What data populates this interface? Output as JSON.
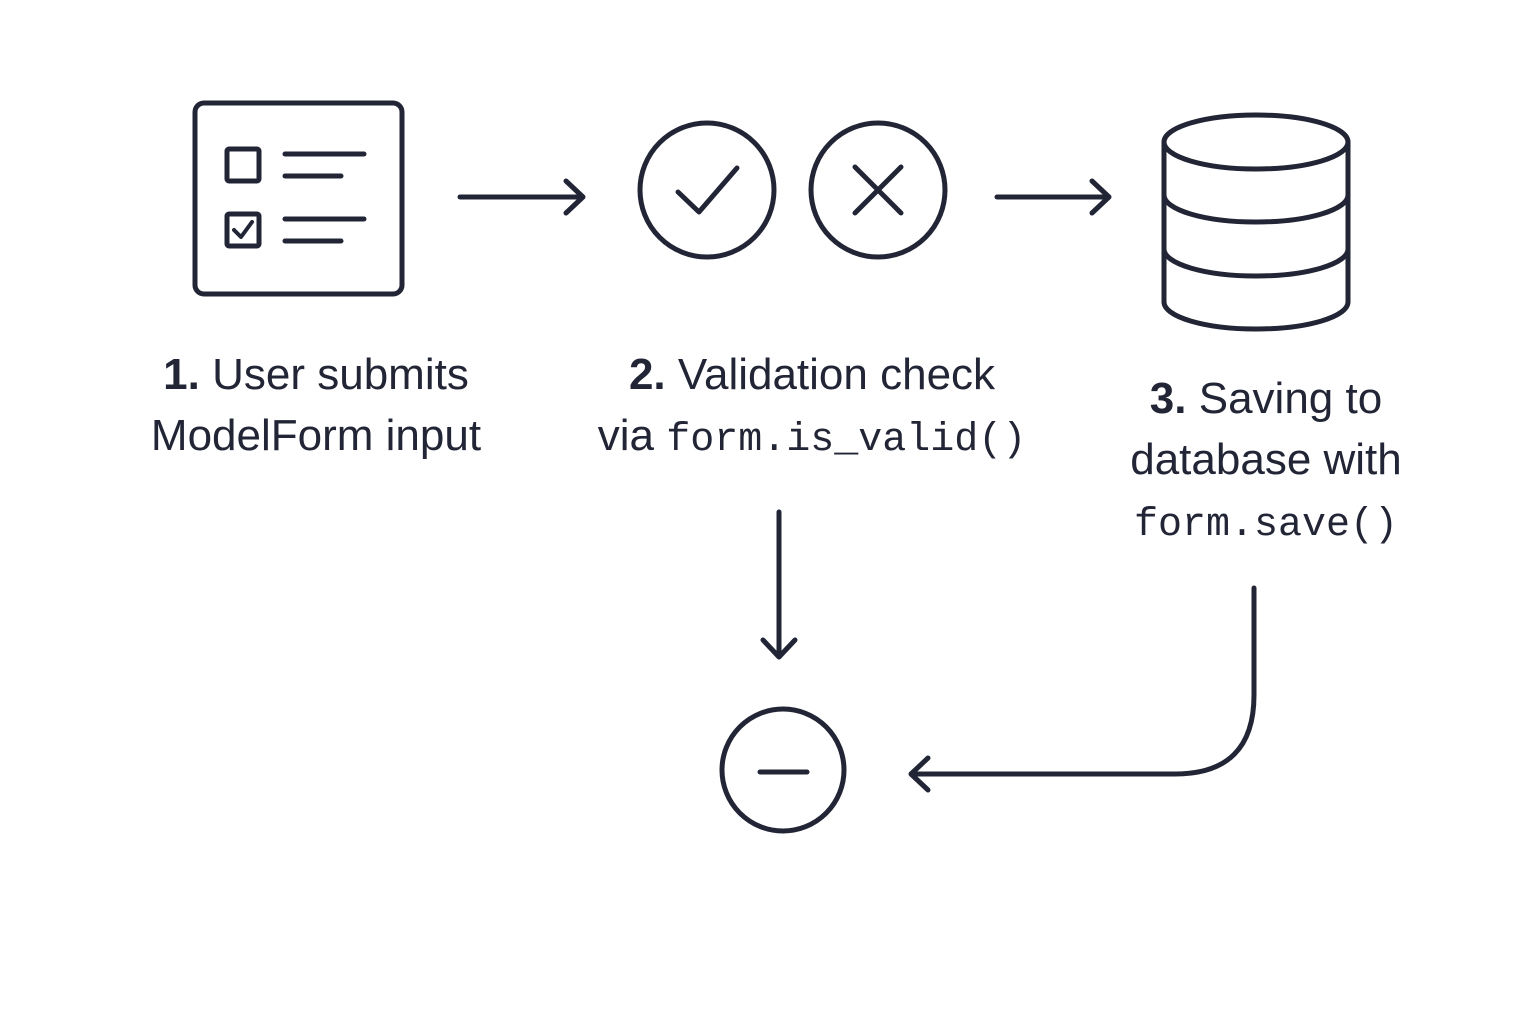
{
  "steps": [
    {
      "number": "1.",
      "text": "User submits",
      "line2": "ModelForm input",
      "icon": "form-checklist-icon"
    },
    {
      "number": "2.",
      "text": "Validation check",
      "line2_prefix": "via",
      "line2_code": "form.is_valid()",
      "icons": [
        "check-circle-icon",
        "x-circle-icon"
      ]
    },
    {
      "number": "3.",
      "text": "Saving to",
      "line2": "database with",
      "line3_code": "form.save()",
      "icon": "database-icon"
    }
  ],
  "result": {
    "icon": "minus-circle-icon"
  },
  "colors": {
    "ink": "#222535",
    "background": "#ffffff"
  }
}
